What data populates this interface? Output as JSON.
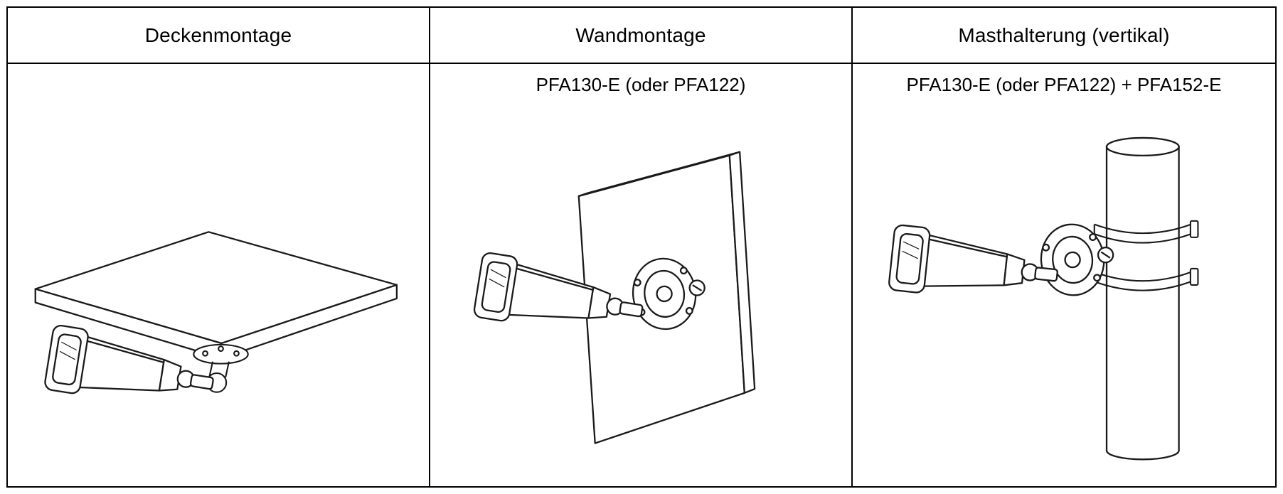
{
  "page": {
    "background_color": "#ffffff",
    "border_color": "#000000",
    "line_art_color": "#1a1a1a"
  },
  "table": {
    "columns": [
      {
        "header": "Deckenmontage",
        "subtitle": "",
        "illustration": "bullet-camera-ceiling-mount-line-drawing"
      },
      {
        "header": "Wandmontage",
        "subtitle": "PFA130-E (oder PFA122)",
        "illustration": "bullet-camera-wall-mount-junction-box-line-drawing"
      },
      {
        "header": "Masthalterung (vertikal)",
        "subtitle": "PFA130-E (oder PFA122) + PFA152-E",
        "illustration": "bullet-camera-pole-mount-junction-box-line-drawing"
      }
    ]
  }
}
